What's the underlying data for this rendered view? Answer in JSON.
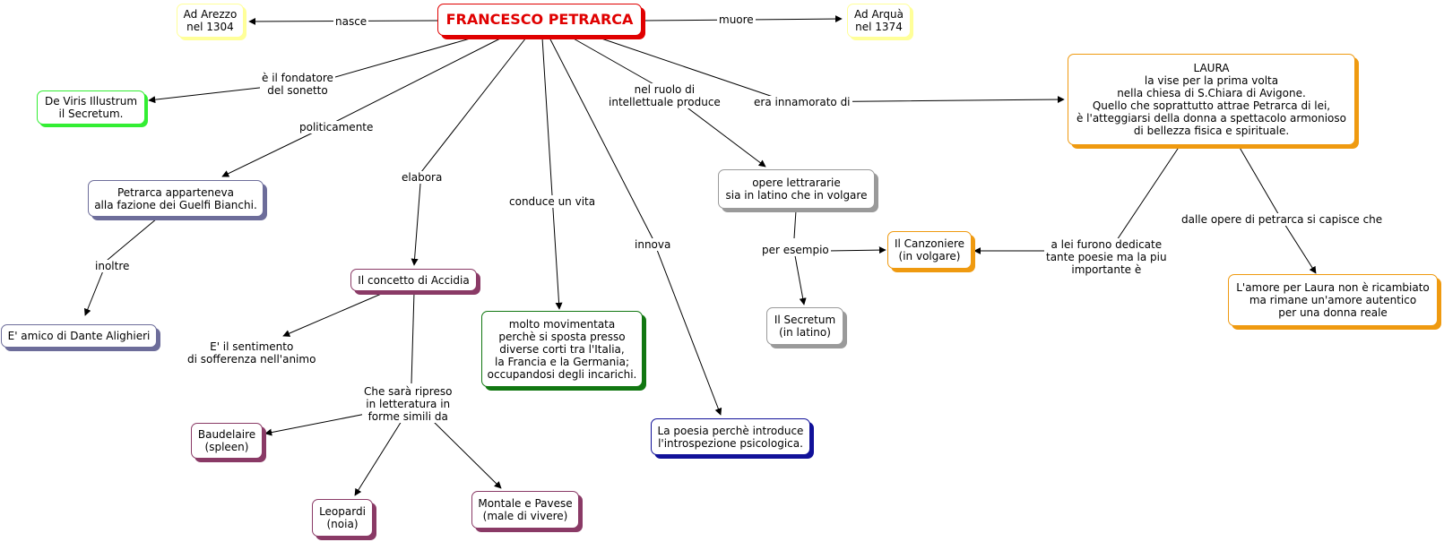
{
  "nodes": {
    "main": "FRANCESCO PETRARCA",
    "arezzo": "Ad Arezzo\nnel 1304",
    "arqua": "Ad Arquà\nnel 1374",
    "viris": "De Viris Illustrum\nil Secretum.",
    "guelfi": "Petrarca apparteneva\nalla fazione dei Guelfi Bianchi.",
    "dante": "E' amico di Dante Alighieri",
    "accidia": "Il concetto di Accidia",
    "baudelaire": "Baudelaire\n(spleen)",
    "leopardi": "Leopardi\n(noia)",
    "montale": "Montale e Pavese\n(male di vivere)",
    "movimentata": "molto movimentata\nperchè si sposta presso\ndiverse corti tra l'Italia,\nla Francia e la Germania;\noccupandosi degli incarichi.",
    "poesia": "La poesia perchè introduce\nl'introspezione psicologica.",
    "opere": "opere lettrararie\nsia in latino che in volgare",
    "secretum": "Il Secretum\n(in latino)",
    "canzoniere": "Il Canzoniere\n(in volgare)",
    "laura": "LAURA\nla vise per la prima volta\nnella chiesa di S.Chiara di Avigone.\nQuello che soprattutto attrae Petrarca di lei,\nè l'atteggiarsi della donna a spettacolo armonioso\ndi bellezza fisica e spirituale.",
    "amore": "L'amore per Laura non è ricambiato\nma rimane un'amore autentico\nper una donna reale"
  },
  "labels": {
    "nasce": "nasce",
    "muore": "muore",
    "fondatore": "è il fondatore\ndel sonetto",
    "politicamente": "politicamente",
    "inoltre": "inoltre",
    "elabora": "elabora",
    "sentimento": "E' il sentimento\ndi sofferenza nell'animo",
    "ripreso": "Che sarà ripreso\nin letteratura in\nforme simili da",
    "conduce": "conduce un vita",
    "innova": "innova",
    "ruolo": "nel ruolo di\nintellettuale produce",
    "esempio": "per esempio",
    "innamorato": "era innamorato di",
    "dedicate": "a lei furono dedicate\ntante poesie ma la piu\nimportante è",
    "dalle": "dalle opere di petrarca si capisce che"
  },
  "colors": {
    "main": "#e00000",
    "yellow": "#ffff99",
    "green": "#33ee33",
    "slate": "#6d6d9a",
    "maroon": "#8a3a66",
    "darkgreen": "#117711",
    "navy": "#111199",
    "gray": "#9a9a9a",
    "orange": "#ef9a10"
  }
}
